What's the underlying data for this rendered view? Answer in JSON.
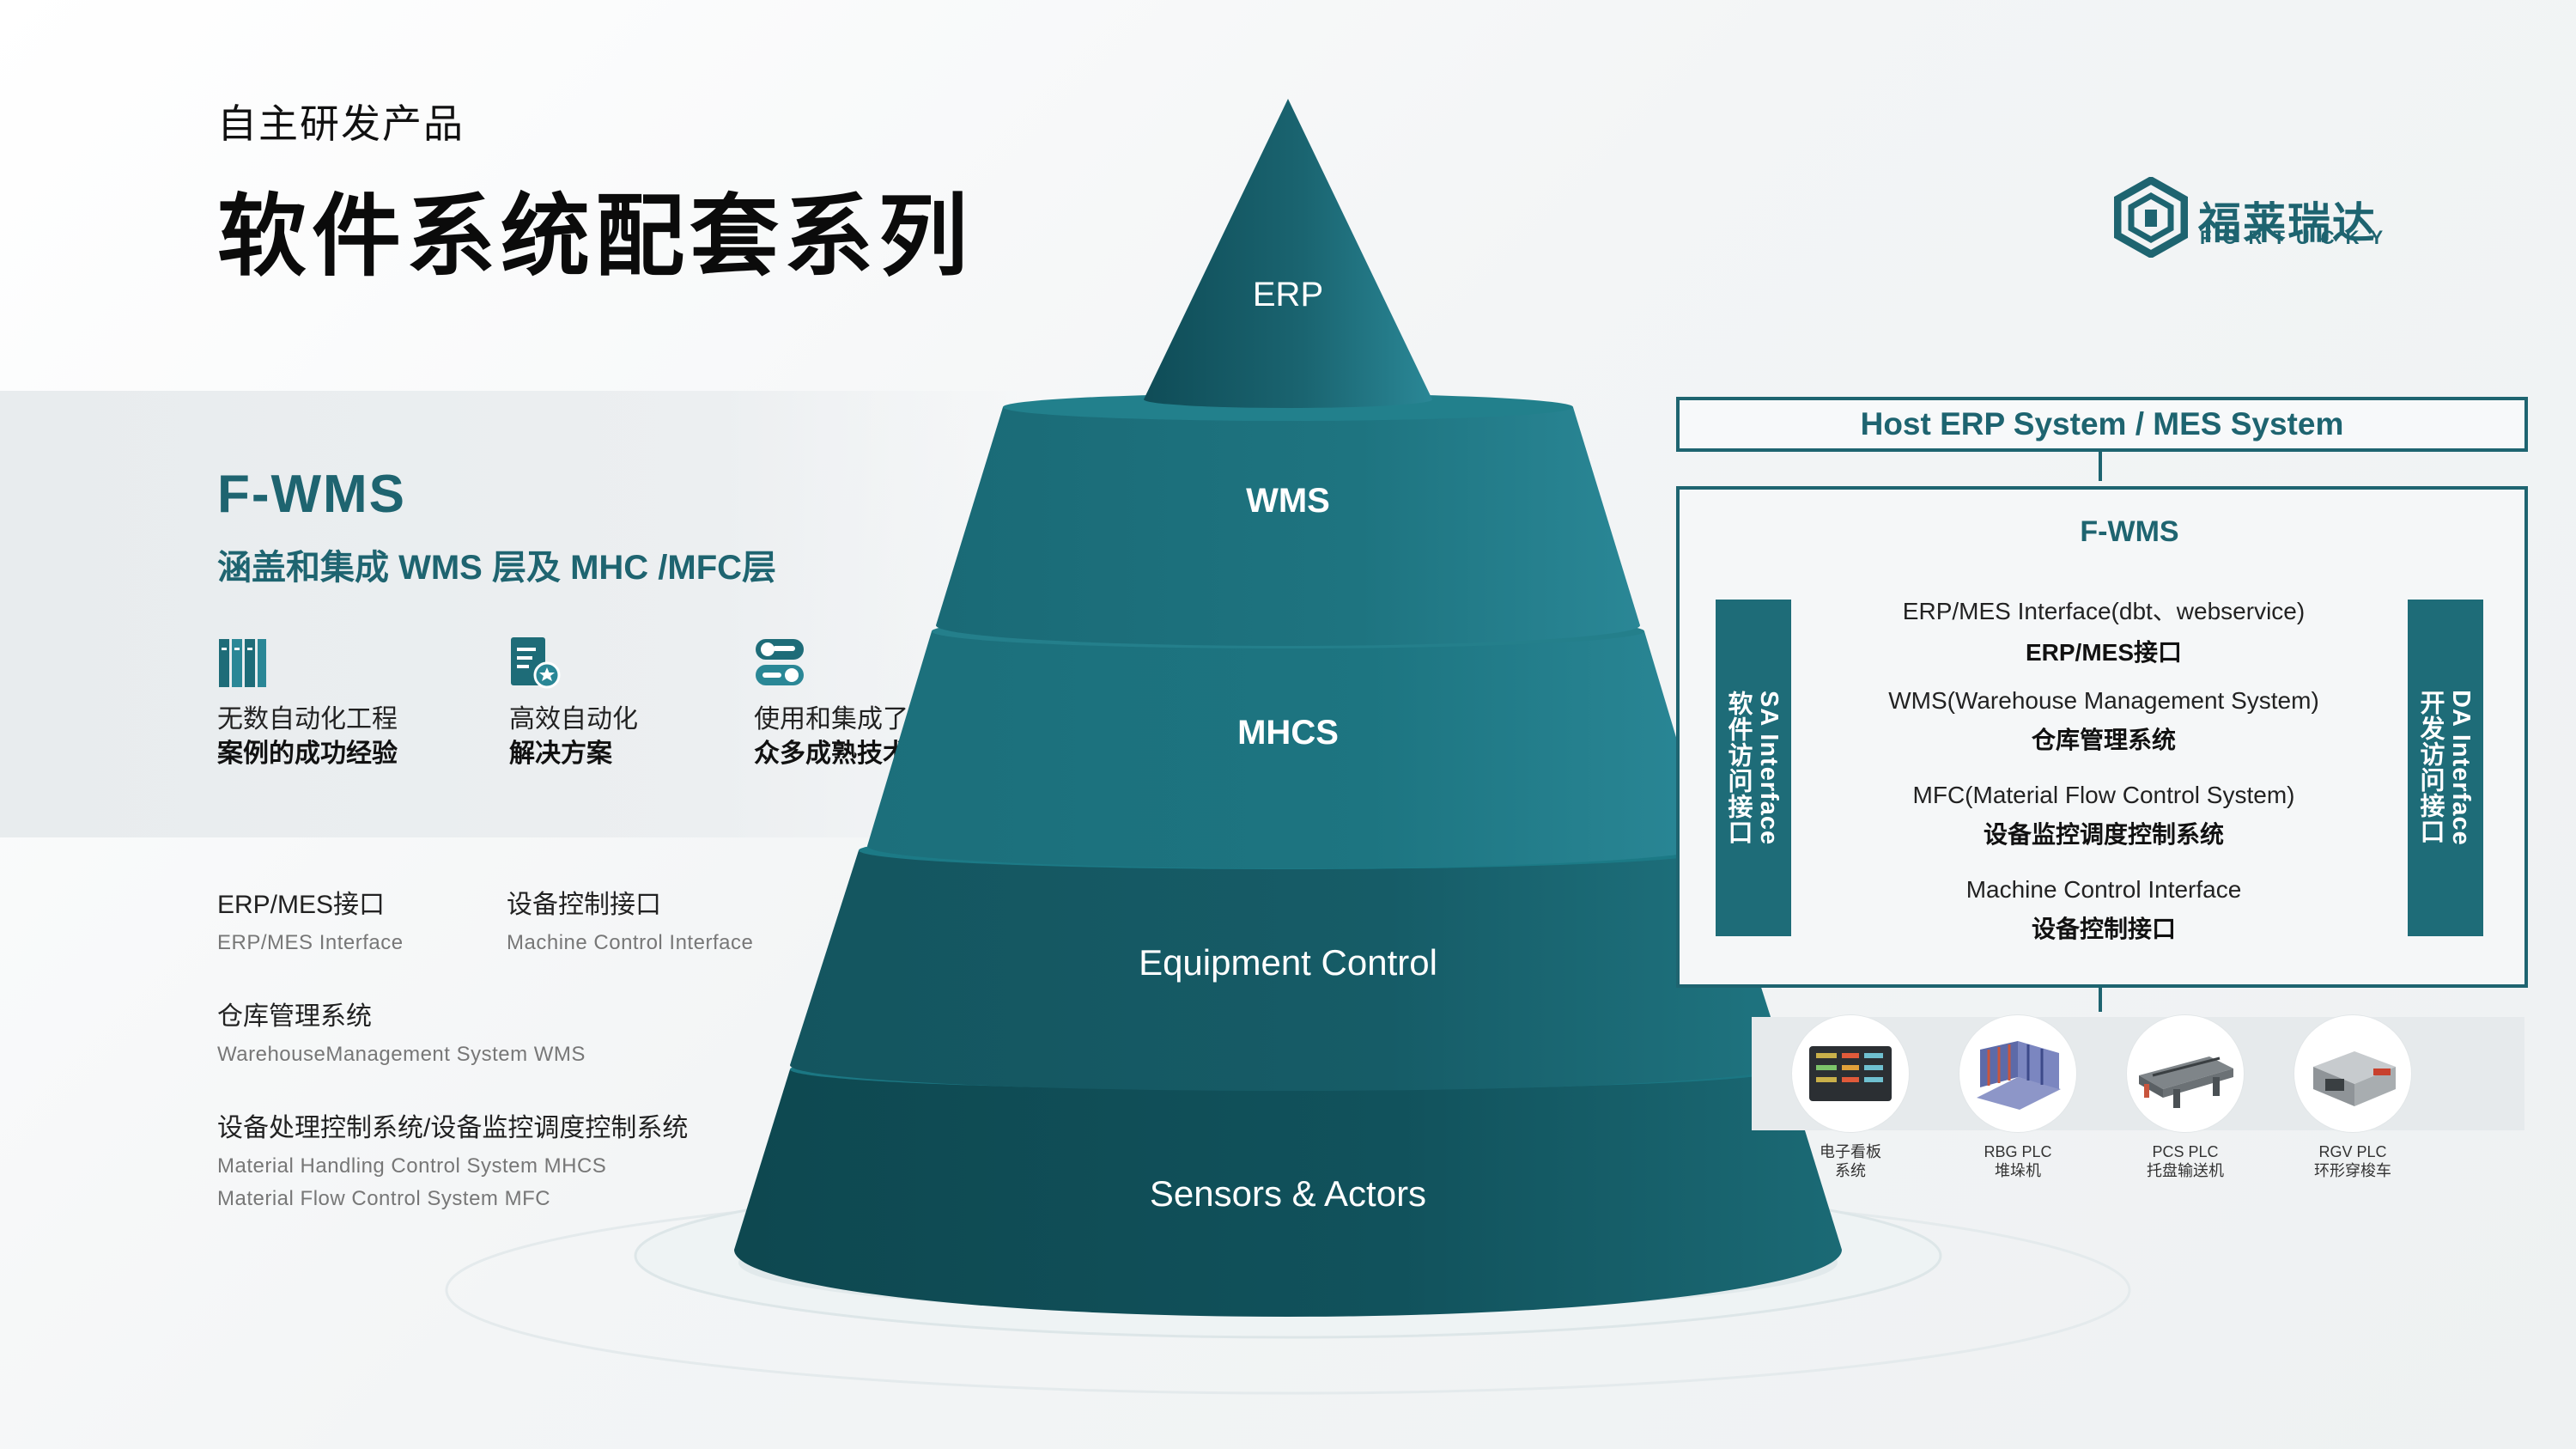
{
  "header": {
    "subtitle": "自主研发产品",
    "title": "软件系统配套系列"
  },
  "brand": {
    "name_cn": "福莱瑞达",
    "name_en": "FORTUCKY",
    "color": "#1e6470"
  },
  "left_panel": {
    "title": "F-WMS",
    "subtitle": "涵盖和集成 WMS 层及 MHC /MFC层",
    "features": [
      {
        "icon": "books-icon",
        "line1": "无数自动化工程",
        "line2": "案例的成功经验"
      },
      {
        "icon": "document-badge-icon",
        "line1": "高效自动化",
        "line2": "解决方案"
      },
      {
        "icon": "toggle-switch-icon",
        "line1": "使用和集成了",
        "line2": "众多成熟技术"
      }
    ],
    "list": [
      {
        "cn": "ERP/MES接口",
        "en": [
          "ERP/MES Interface"
        ]
      },
      {
        "cn": "设备控制接口",
        "en": [
          "Machine Control Interface"
        ]
      },
      {
        "cn": "仓库管理系统",
        "en": [
          "WarehouseManagement System WMS"
        ]
      },
      {
        "cn": "设备处理控制系统/设备监控调度控制系统",
        "en": [
          "Material Handling Control System MHCS",
          "Material Flow Control System MFC"
        ]
      }
    ]
  },
  "pyramid": {
    "layers": [
      {
        "label": "ERP",
        "bold": false
      },
      {
        "label": "WMS",
        "bold": true
      },
      {
        "label": "MHCS",
        "bold": true
      },
      {
        "label": "Equipment Control",
        "bold": false
      },
      {
        "label": "Sensors & Actors",
        "bold": false
      }
    ],
    "colors": {
      "dark": "#0f4c57",
      "mid": "#1a6470",
      "light": "#2a8796"
    }
  },
  "architecture": {
    "host": "Host ERP System / MES System",
    "fwms_title": "F-WMS",
    "left_bar": "SA Interface\n软件访问接口",
    "right_bar": "DA Interface\n开发访问接口",
    "interfaces": [
      {
        "en": "ERP/MES Interface(dbt、webservice)",
        "cn": "ERP/MES接口"
      },
      {
        "en": "WMS(Warehouse Management System)",
        "cn": "仓库管理系统"
      },
      {
        "en": "MFC(Material Flow Control System)",
        "cn": "设备监控调度控制系统"
      },
      {
        "en": "Machine Control Interface",
        "cn": "设备控制接口"
      }
    ],
    "devices": [
      {
        "line1": "电子看板",
        "line2": "系统"
      },
      {
        "line1": "RBG PLC",
        "line2": "堆垛机"
      },
      {
        "line1": "PCS PLC",
        "line2": "托盘输送机"
      },
      {
        "line1": "RGV PLC",
        "line2": "环形穿梭车"
      }
    ]
  }
}
